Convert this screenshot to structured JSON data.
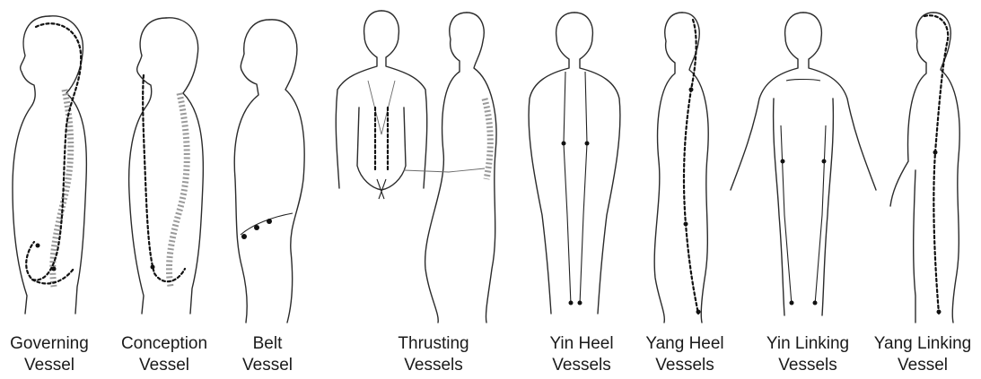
{
  "figures": [
    {
      "line1": "Governing",
      "line2": "Vessel"
    },
    {
      "line1": "Conception",
      "line2": "Vessel"
    },
    {
      "line1": "Belt",
      "line2": "Vessel"
    },
    {
      "line1": "Thrusting",
      "line2": "Vessels"
    },
    {
      "line1": "Yin Heel",
      "line2": "Vessels"
    },
    {
      "line1": "Yang Heel",
      "line2": "Vessels"
    },
    {
      "line1": "Yin Linking",
      "line2": "Vessels"
    },
    {
      "line1": "Yang Linking",
      "line2": "Vessel"
    }
  ]
}
